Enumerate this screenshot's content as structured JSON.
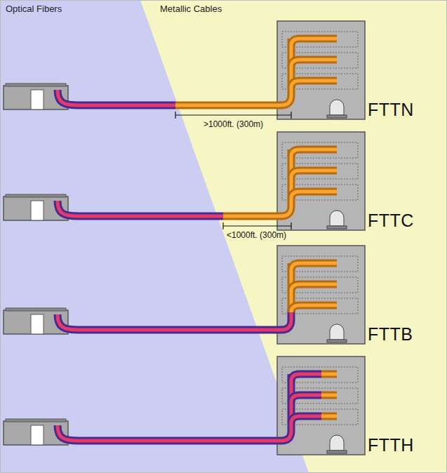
{
  "diagram": {
    "labels": [
      "Optical Fibers",
      "Metallic Cables",
      ">1000ft. (300m)",
      "FTTN",
      "<1000ft. (300m)",
      "FTTC",
      "FTTB",
      "FTTH"
    ]
  }
}
